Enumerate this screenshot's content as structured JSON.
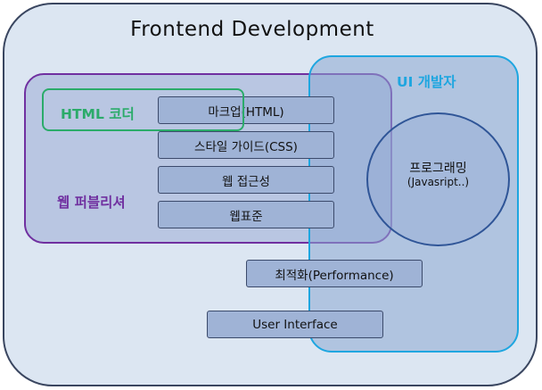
{
  "title": "Frontend Development",
  "groups": {
    "ui_developer": "UI 개발자",
    "html_coder": "HTML 코더",
    "web_publisher": "웹 퍼블리셔"
  },
  "boxes": {
    "markup": "마크업(HTML)",
    "style_guide": "스타일 가이드(CSS)",
    "accessibility": "웹 접근성",
    "standards": "웹표준",
    "performance": "최적화(Performance)",
    "user_interface": "User Interface"
  },
  "programming": {
    "label": "프로그래밍",
    "sub": "(Javasript..)"
  }
}
